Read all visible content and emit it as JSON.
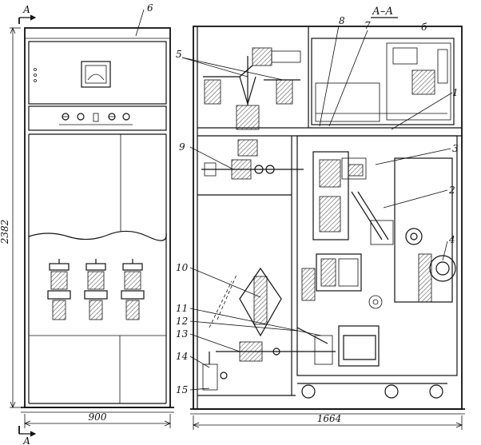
{
  "section_label": "А–А",
  "cut_labels": [
    "А",
    "А"
  ],
  "dimensions": {
    "height": "2382",
    "front_width": "900",
    "side_depth": "1664"
  },
  "front_labels": [
    "6"
  ],
  "side_labels": {
    "top": [
      "б",
      "8",
      "7",
      "5",
      "1"
    ],
    "right": [
      "3",
      "2",
      "4"
    ],
    "left": [
      "9",
      "10",
      "11",
      "12",
      "13",
      "14",
      "15"
    ]
  }
}
